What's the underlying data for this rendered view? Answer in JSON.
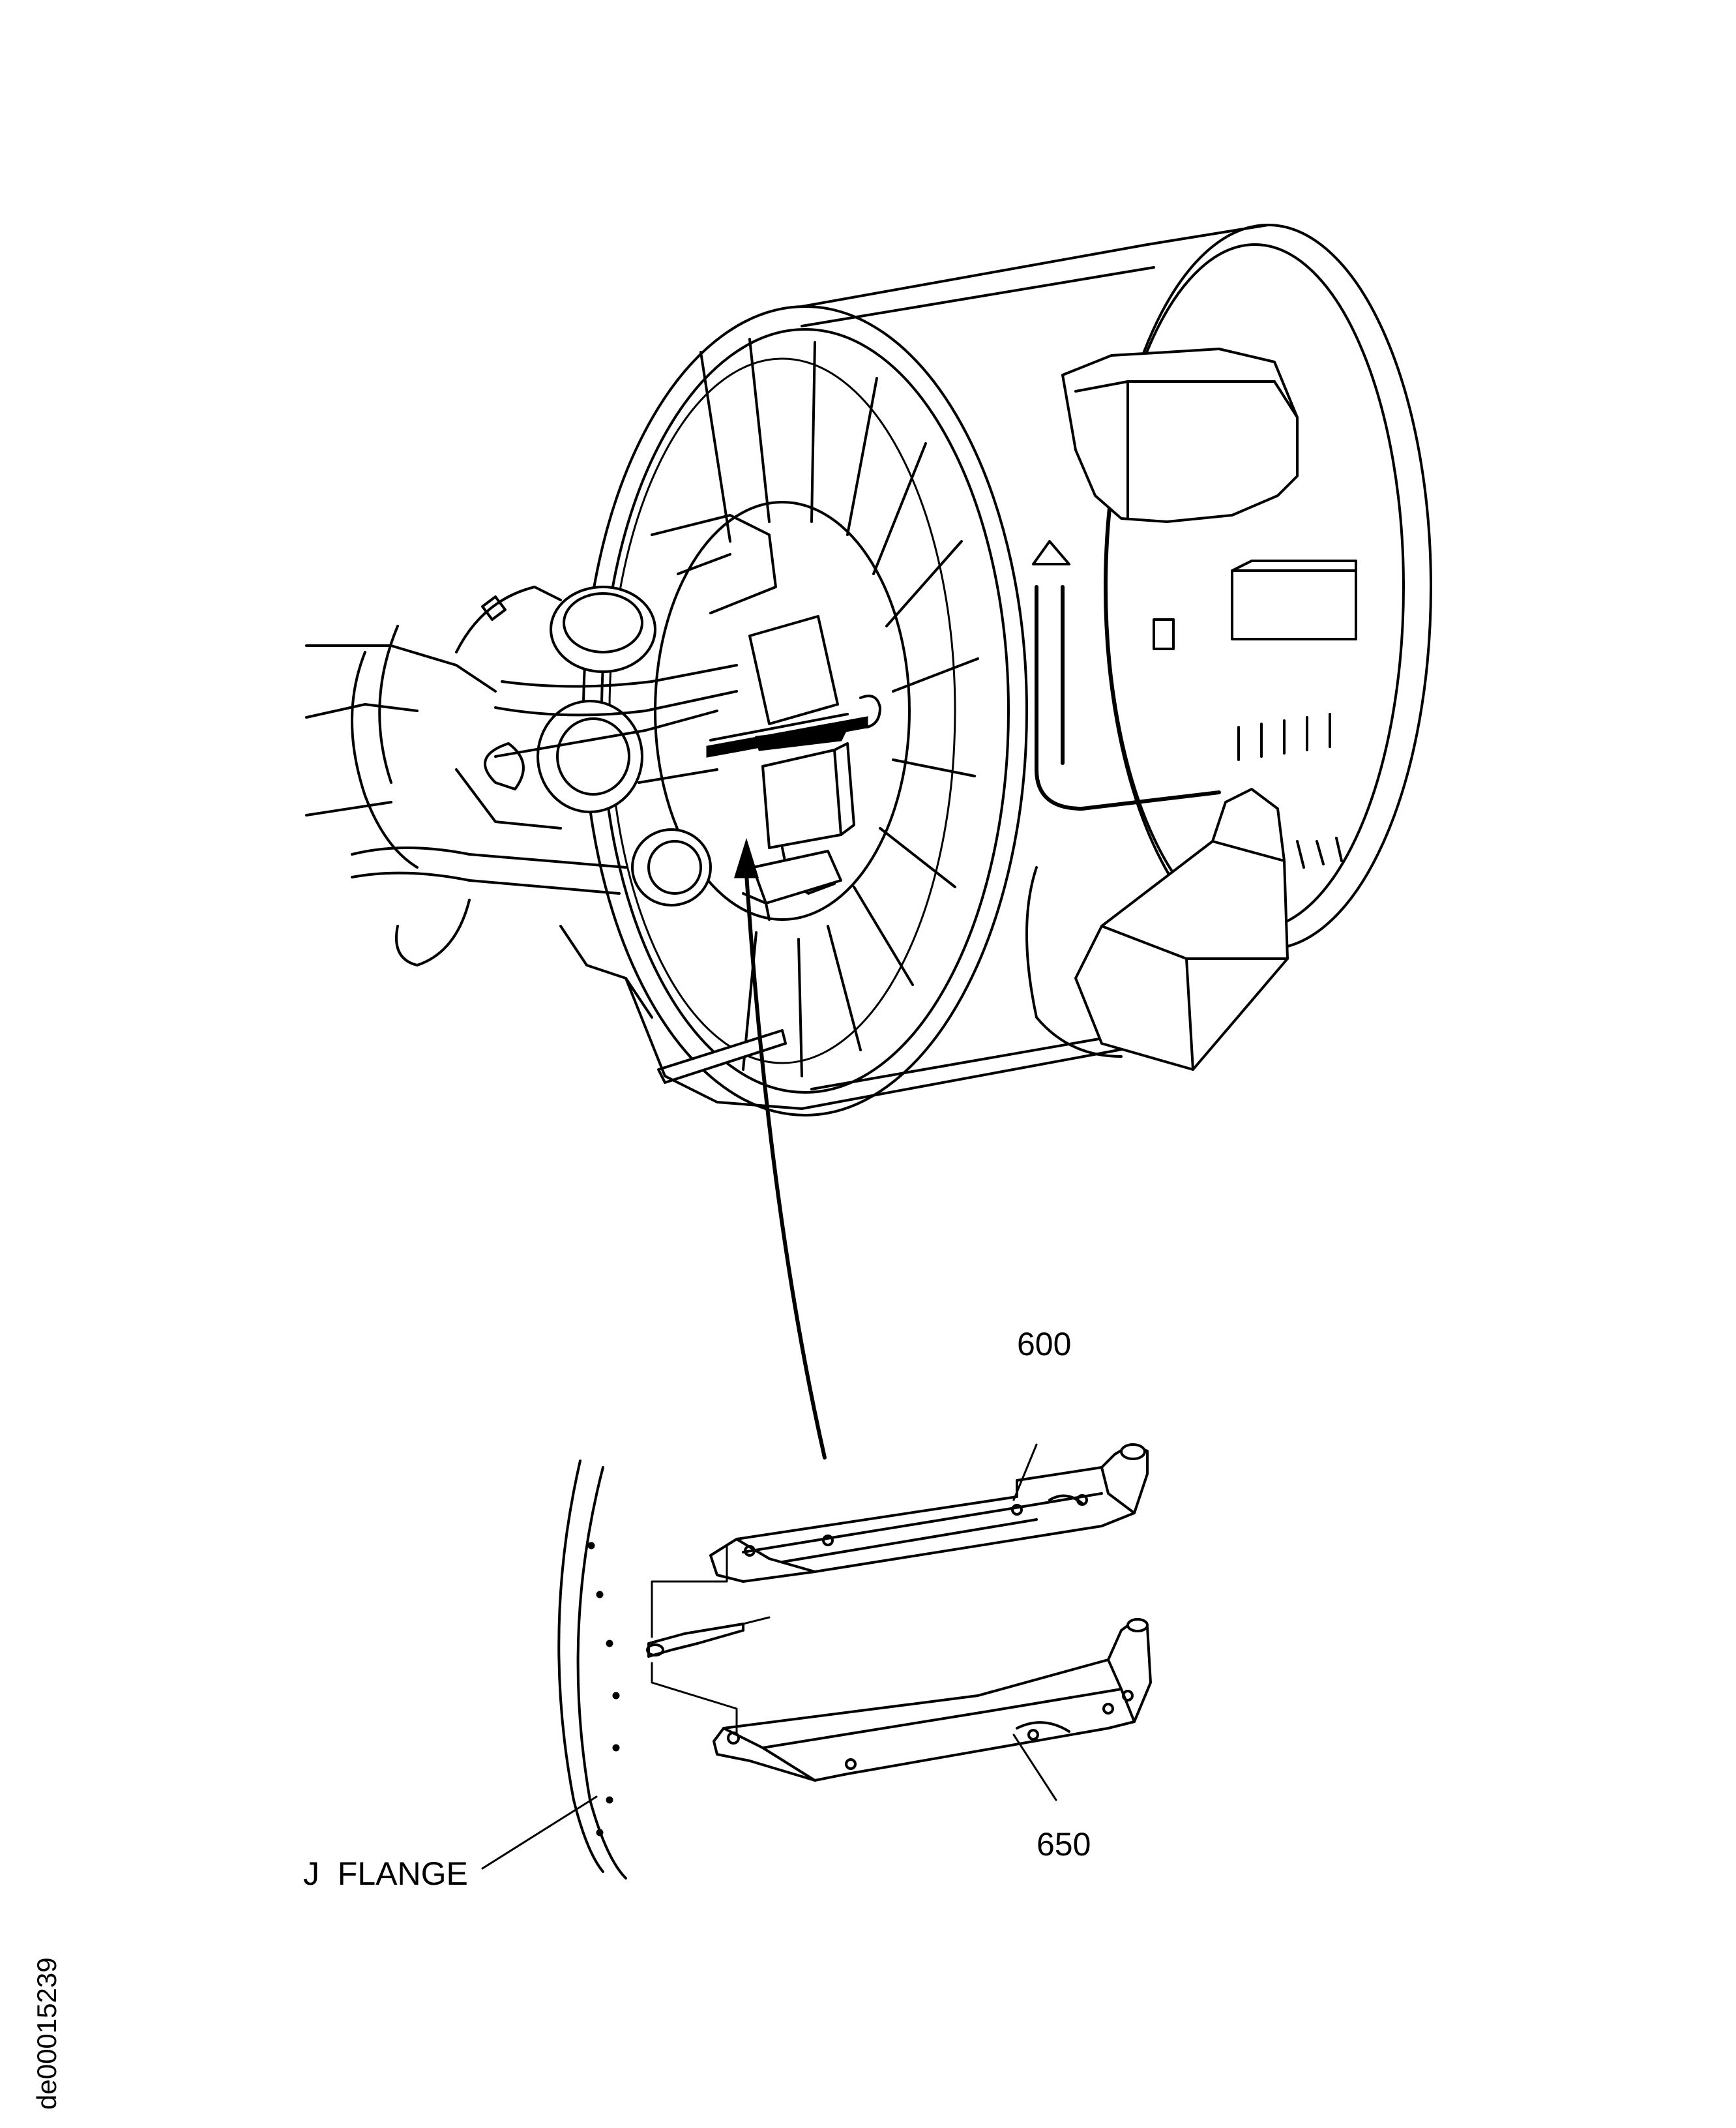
{
  "labels": {
    "part_600": "600",
    "part_650": "650",
    "flange": "J  FLANGE",
    "drawing_id": "de00015239"
  }
}
